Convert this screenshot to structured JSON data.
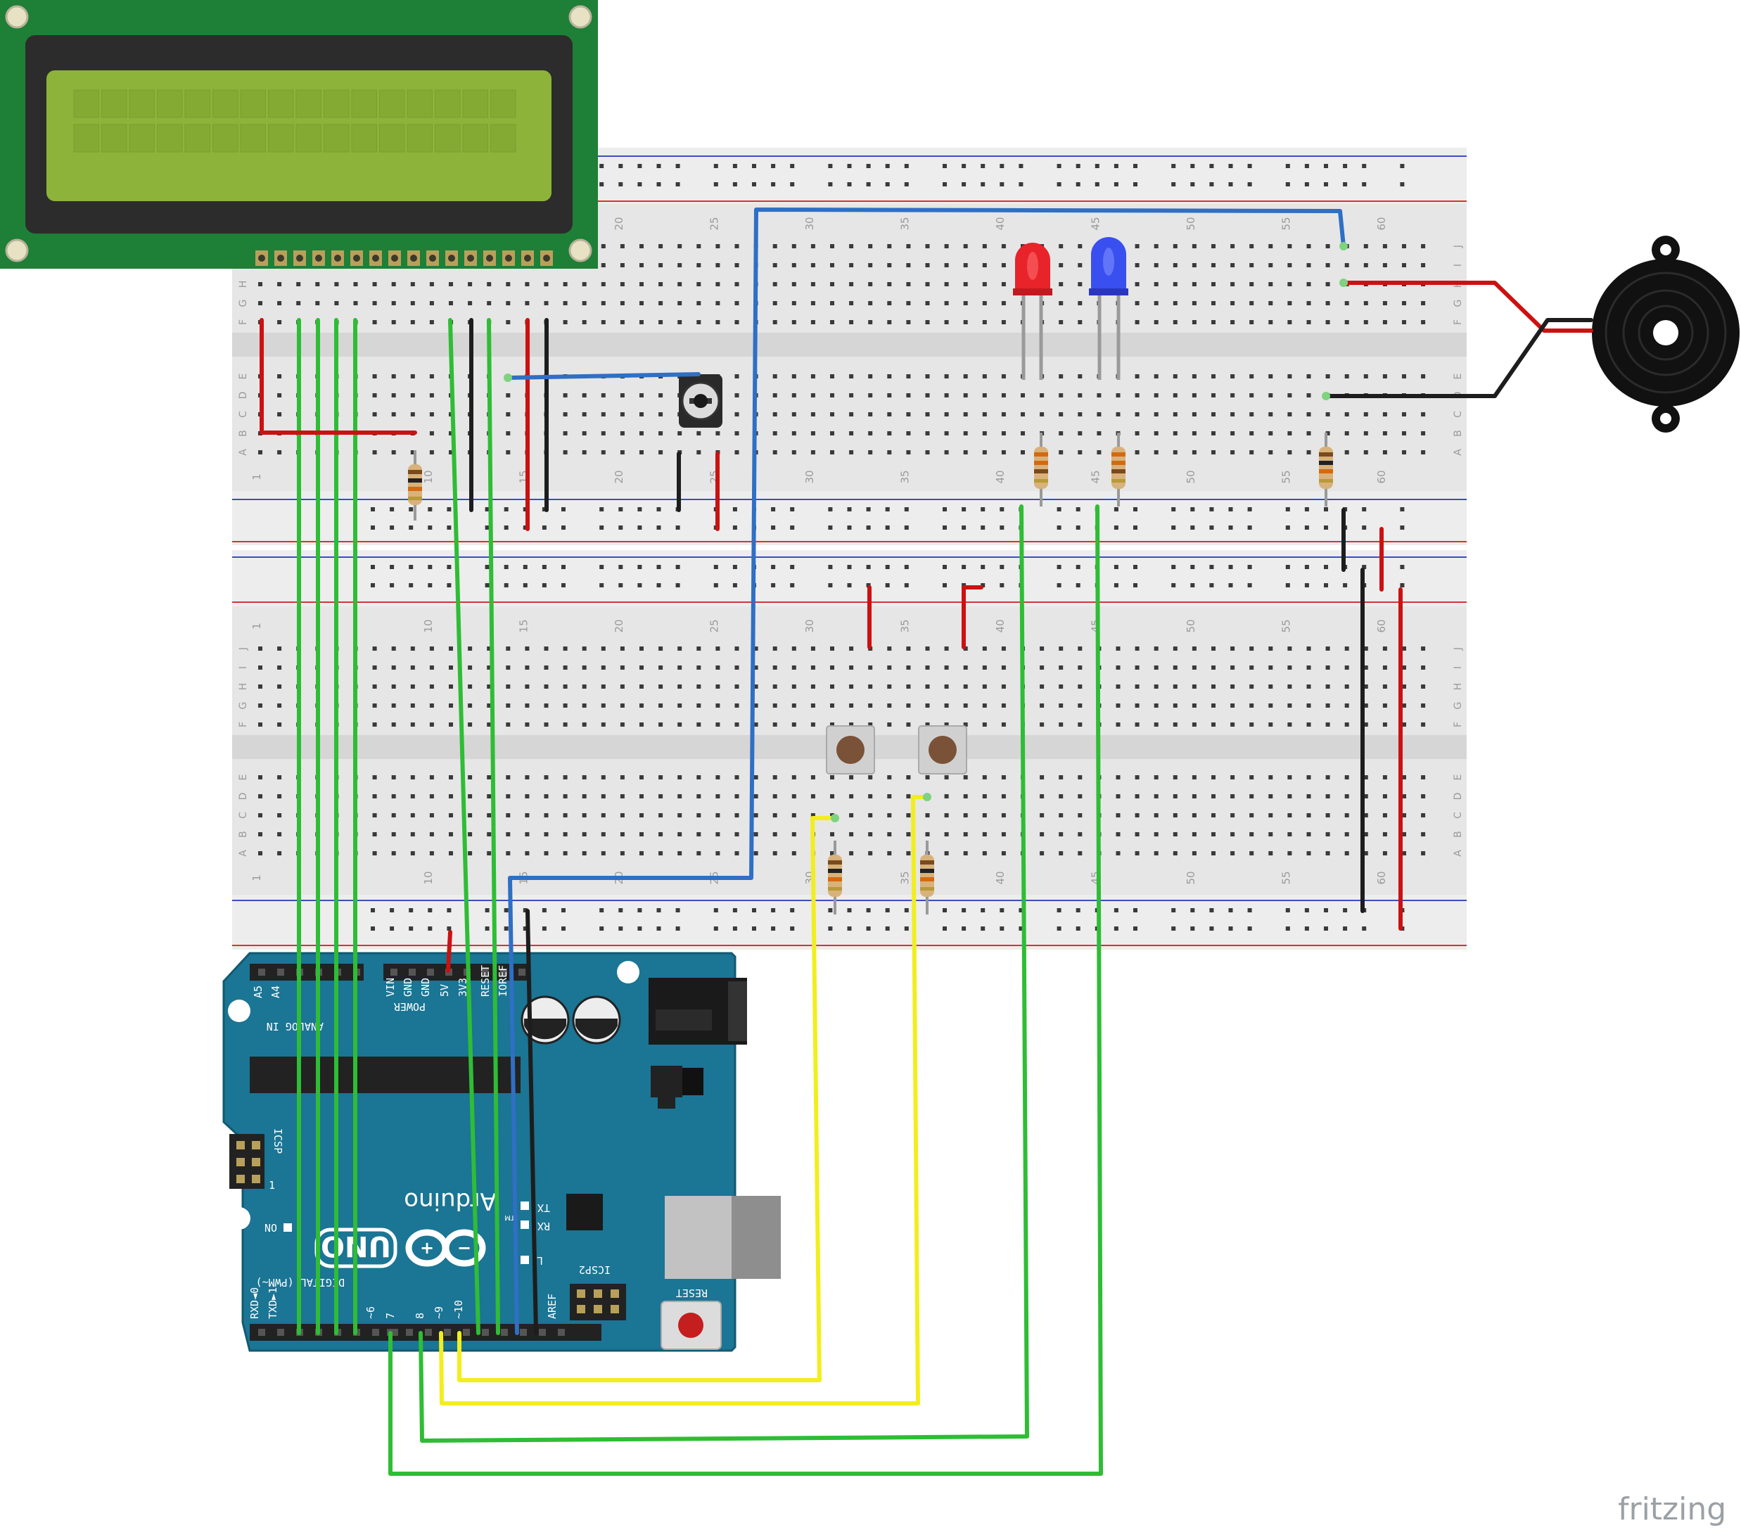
{
  "tool_watermark": "fritzing",
  "breadboard": {
    "column_numbers": [
      "1",
      "10",
      "15",
      "20",
      "25",
      "30",
      "35",
      "40",
      "45",
      "50",
      "55",
      "60"
    ],
    "row_letters_top": [
      "J",
      "I",
      "H",
      "G",
      "F",
      "E",
      "D",
      "C",
      "B",
      "A"
    ],
    "row_letters_bottom": [
      "J",
      "I",
      "H",
      "G",
      "F",
      "E",
      "D",
      "C",
      "B",
      "A"
    ]
  },
  "arduino": {
    "model_label": "UNO",
    "brand_label": "Arduino",
    "trademark": "TM",
    "header_labels": {
      "analog": "ANALOG IN",
      "a5": "A5",
      "a4": "A4",
      "power": "POWER",
      "vin": "VIN",
      "gnd1": "GND",
      "gnd2": "GND",
      "v5": "5V",
      "v33": "3V3",
      "reset_pin": "RESET",
      "ioref": "IOREF",
      "digital": "DIGITAL (PWM~)",
      "txd1": "TXD►1",
      "rxd0": "RXD◄0",
      "p7": "7",
      "p8": "8",
      "p9": "~9",
      "p10": "~10",
      "p6": "~6",
      "aref": "AREF"
    },
    "board_labels": {
      "icsp": "ICSP",
      "icsp2": "ICSP2",
      "on": "ON",
      "tx": "TX",
      "rx": "RX",
      "l": "L",
      "reset": "RESET",
      "icsp_pin1": "1"
    }
  },
  "colors": {
    "wire_green": "#2ebd35",
    "wire_red": "#cc1111",
    "wire_black": "#1d1d1d",
    "wire_blue": "#2f6fc4",
    "wire_yellow": "#f2ee1e",
    "board_teal": "#1b7594",
    "lcd_pcb": "#1e7f36",
    "lcd_screen": "#8db33a",
    "led_red": "#e8232a",
    "led_blue": "#3a4ff0"
  }
}
